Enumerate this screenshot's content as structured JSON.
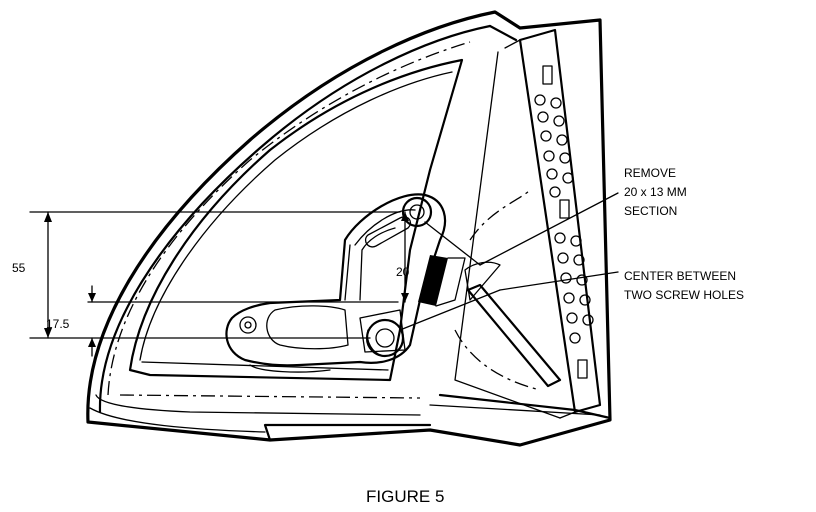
{
  "figure": {
    "caption": "FIGURE 5",
    "dimensions": {
      "d55": "55",
      "d17_5": "17.5",
      "d20": "20"
    },
    "callouts": {
      "remove_line1": "REMOVE",
      "remove_line2": "20 x 13 MM",
      "remove_line3": "SECTION",
      "center_line1": "CENTER BETWEEN",
      "center_line2": "TWO SCREW HOLES"
    }
  }
}
